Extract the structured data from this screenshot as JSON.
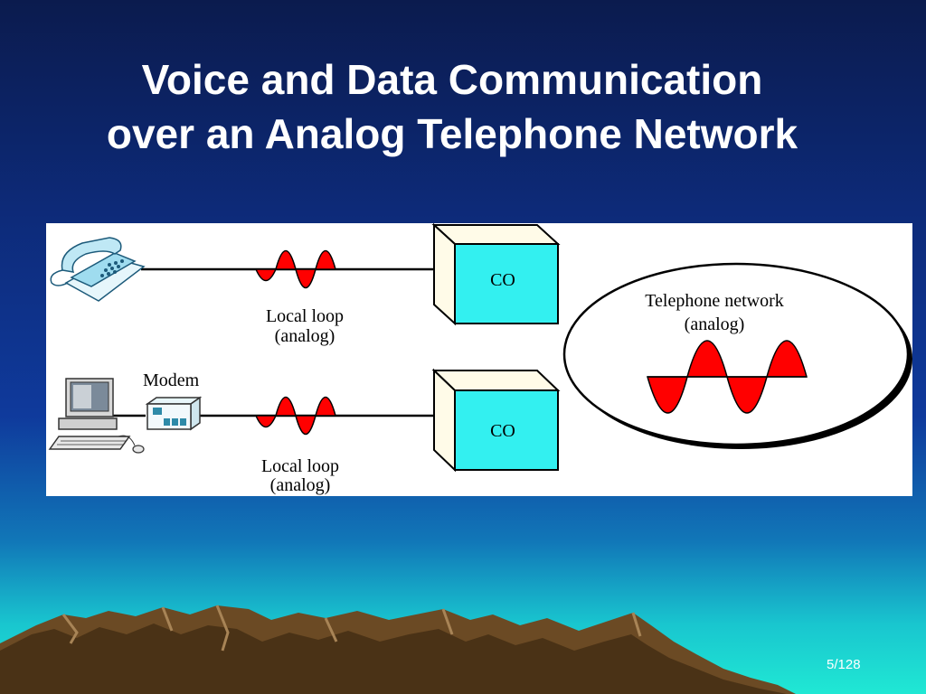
{
  "slide": {
    "title_line1": "Voice and Data Communication",
    "title_line2": "over an Analog Telephone Network",
    "page_number": "5/128"
  },
  "diagram": {
    "top_loop_line1": "Local loop",
    "top_loop_line2": "(analog)",
    "bottom_loop_line1": "Local loop",
    "bottom_loop_line2": "(analog)",
    "modem_label": "Modem",
    "co_top_label": "CO",
    "co_bottom_label": "CO",
    "network_line1": "Telephone network",
    "network_line2": "(analog)"
  },
  "colors": {
    "wave_fill": "#ff0000",
    "co_box": "#33f0f0",
    "panel": "#ffffff",
    "title_text": "#ffffff"
  }
}
